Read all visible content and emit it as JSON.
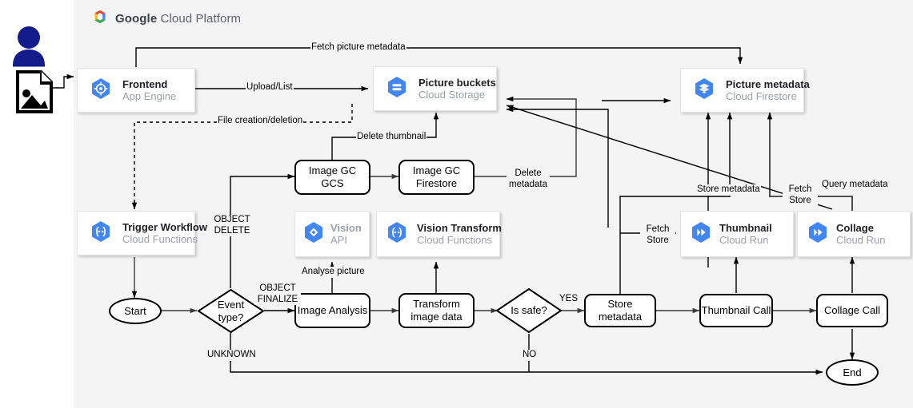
{
  "header": {
    "brand_bold": "Google",
    "brand_rest": " Cloud Platform",
    "logo_icon": "google-cloud-logo-icon"
  },
  "actor": {
    "person_icon": "user-person-icon",
    "picture_icon": "image-file-icon"
  },
  "colors": {
    "panel_bg": "#f4f4f4",
    "gcp_blue": "#4285f4",
    "gcp_blue_dark": "#3367d6",
    "actor_navy": "#1a237e",
    "stroke": "#000000",
    "muted_text": "#9aa0a6"
  },
  "cards": [
    {
      "id": "frontend",
      "title": "Frontend",
      "subtitle": "App Engine",
      "icon": "app-engine-icon",
      "muted": false,
      "stacked": false
    },
    {
      "id": "picture-buckets",
      "title": "Picture buckets",
      "subtitle": "Cloud Storage",
      "icon": "cloud-storage-icon",
      "muted": false,
      "stacked": true
    },
    {
      "id": "picture-metadata",
      "title": "Picture metadata",
      "subtitle": "Cloud Firestore",
      "icon": "cloud-firestore-icon",
      "muted": false,
      "stacked": false
    },
    {
      "id": "trigger-workflow",
      "title": "Trigger Workflow",
      "subtitle": "Cloud Functions",
      "icon": "cloud-functions-icon",
      "muted": false,
      "stacked": true
    },
    {
      "id": "vision-api",
      "title": "Vision",
      "subtitle": "API",
      "icon": "vision-api-icon",
      "muted": true,
      "stacked": false
    },
    {
      "id": "vision-transform",
      "title": "Vision Transform",
      "subtitle": "Cloud Functions",
      "icon": "cloud-functions-icon",
      "muted": false,
      "stacked": false
    },
    {
      "id": "thumbnail",
      "title": "Thumbnail",
      "subtitle": "Cloud Run",
      "icon": "cloud-run-icon",
      "muted": false,
      "stacked": false
    },
    {
      "id": "collage",
      "title": "Collage",
      "subtitle": "Cloud Run",
      "icon": "cloud-run-icon",
      "muted": false,
      "stacked": false
    }
  ],
  "nodes": {
    "image_gc_gcs": "Image GC\nGCS",
    "image_gc_gcs_l1": "Image GC",
    "image_gc_gcs_l2": "GCS",
    "image_gc_firestore_l1": "Image GC",
    "image_gc_firestore_l2": "Firestore",
    "start": "Start",
    "end": "End",
    "event_type_l1": "Event",
    "event_type_l2": "type?",
    "image_analysis": "Image Analysis",
    "transform_l1": "Transform",
    "transform_l2": "image data",
    "is_safe": "Is safe?",
    "store_metadata": "Store metadata",
    "thumbnail_call": "Thumbnail Call",
    "collage_call": "Collage Call"
  },
  "edge_labels": {
    "fetch_picture_metadata": "Fetch picture metadata",
    "upload_list": "Upload/List",
    "file_creation_deletion": "File creation/deletion",
    "delete_thumbnail": "Delete thumbnail",
    "delete_metadata_l1": "Delete",
    "delete_metadata_l2": "metadata",
    "object_delete_l1": "OBJECT",
    "object_delete_l2": "DELETE",
    "object_finalize_l1": "OBJECT",
    "object_finalize_l2": "FINALIZE",
    "unknown": "UNKNOWN",
    "analyse_picture": "Analyse picture",
    "yes": "YES",
    "no": "NO",
    "fetch_store_left_l1": "Fetch",
    "fetch_store_left_l2": "Store",
    "store_metadata_edge": "Store metadata",
    "fetch_store_right_l1": "Fetch",
    "fetch_store_right_l2": "Store",
    "query_metadata": "Query metadata"
  }
}
